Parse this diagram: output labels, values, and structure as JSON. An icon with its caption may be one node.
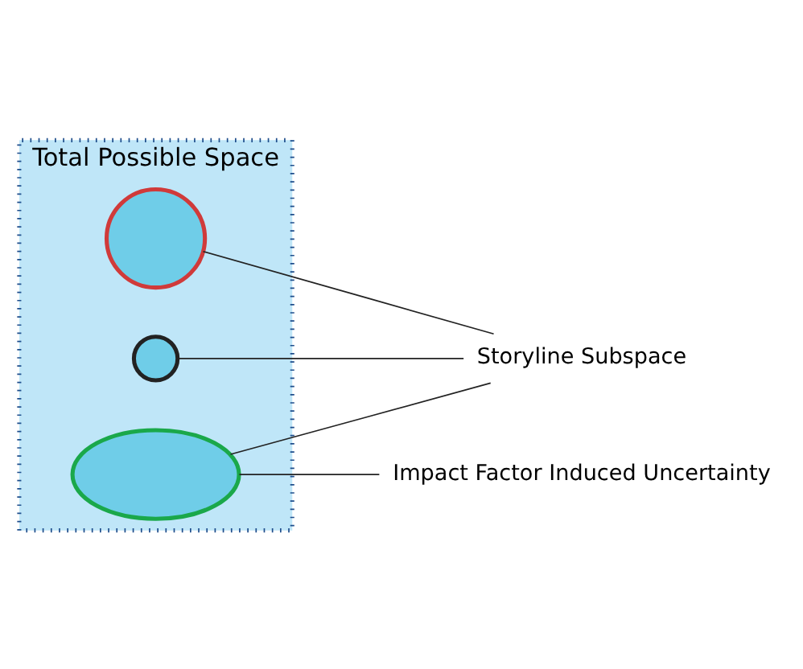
{
  "diagram": {
    "nodes": [
      {
        "text": [
          "Total Possible Space"
        ]
      },
      {
        "text": [],
        "shape": "circle",
        "in": 0
      },
      {
        "text": [],
        "shape": "circle",
        "in": 0
      },
      {
        "text": [],
        "shape": "ellipse",
        "in": 0
      },
      {
        "text": [
          "Storyline Subspace"
        ]
      },
      {
        "text": [
          "Impact Factor Induced Uncertainty"
        ]
      }
    ],
    "edges": [
      {
        "from": 4,
        "to": 1,
        "arrow": "none"
      },
      {
        "from": 4,
        "to": 2,
        "arrow": "none"
      },
      {
        "from": 4,
        "to": 3,
        "arrow": "none"
      },
      {
        "from": 5,
        "to": 3,
        "arrow": "none"
      }
    ]
  }
}
